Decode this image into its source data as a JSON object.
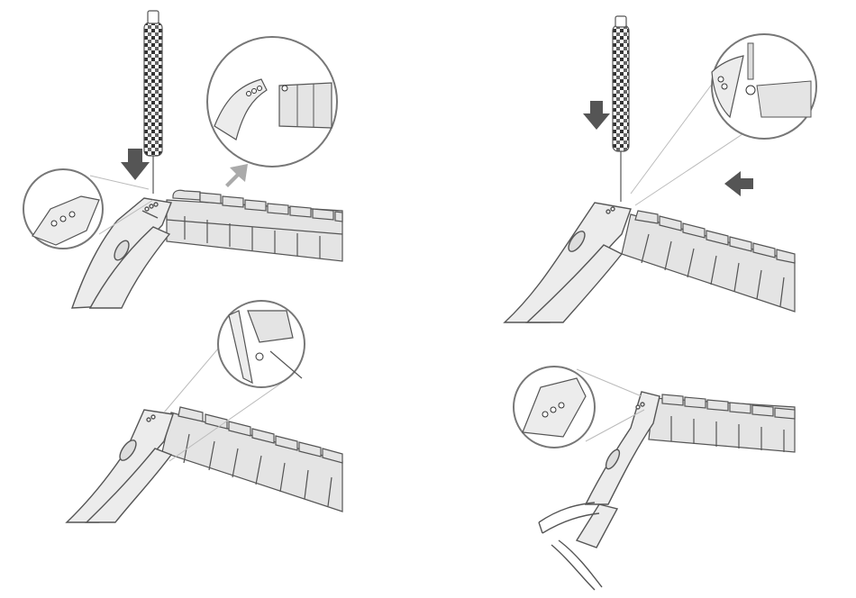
{
  "diagram": {
    "steps": [
      {
        "id": "step-1",
        "action": "press-pin-and-detach-link"
      },
      {
        "id": "step-2",
        "action": "press-pin-and-attach-link"
      },
      {
        "id": "step-3",
        "action": "align-pin-hole"
      },
      {
        "id": "step-4",
        "action": "band-attached"
      }
    ]
  },
  "colors": {
    "outline": "#555555",
    "fill": "#ececec",
    "link_fill": "#e0e0e0",
    "arrow_dark": "#555555",
    "arrow_light": "#aaaaaa",
    "callout_line": "#bbbbbb",
    "tool_pattern": "#333333"
  },
  "icons": [
    "screwdriver-icon",
    "down-arrow-icon",
    "diagonal-arrow-icon",
    "left-arrow-icon",
    "magnifier-callout-icon"
  ]
}
